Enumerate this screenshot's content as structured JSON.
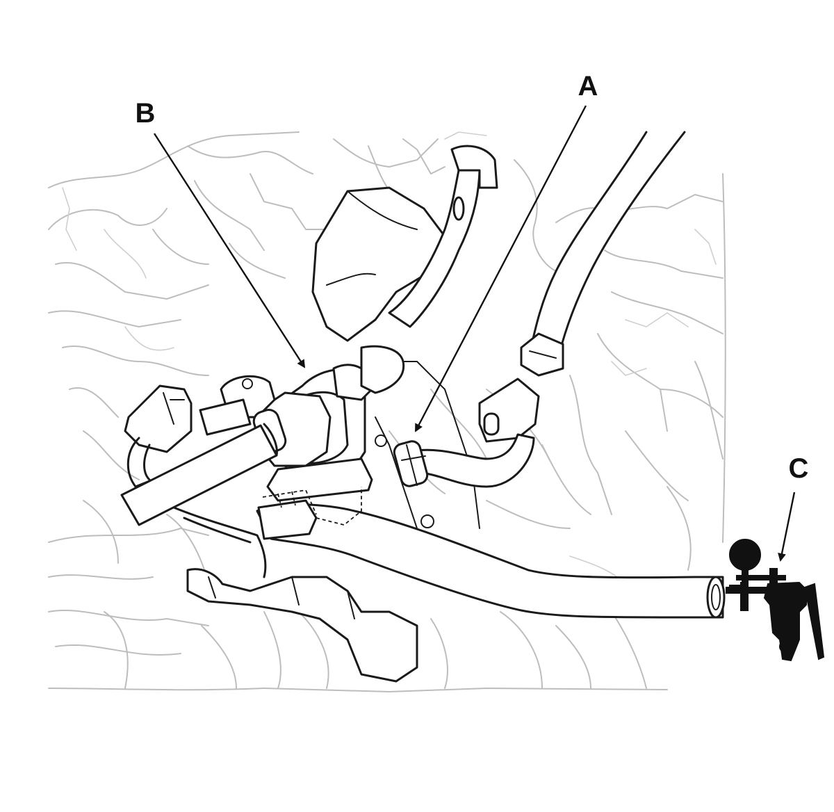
{
  "callouts": {
    "a": "A",
    "b": "B",
    "c": "C"
  },
  "colors": {
    "line_art": "#1a1a1a",
    "background_engine": "#bdbdbd"
  }
}
